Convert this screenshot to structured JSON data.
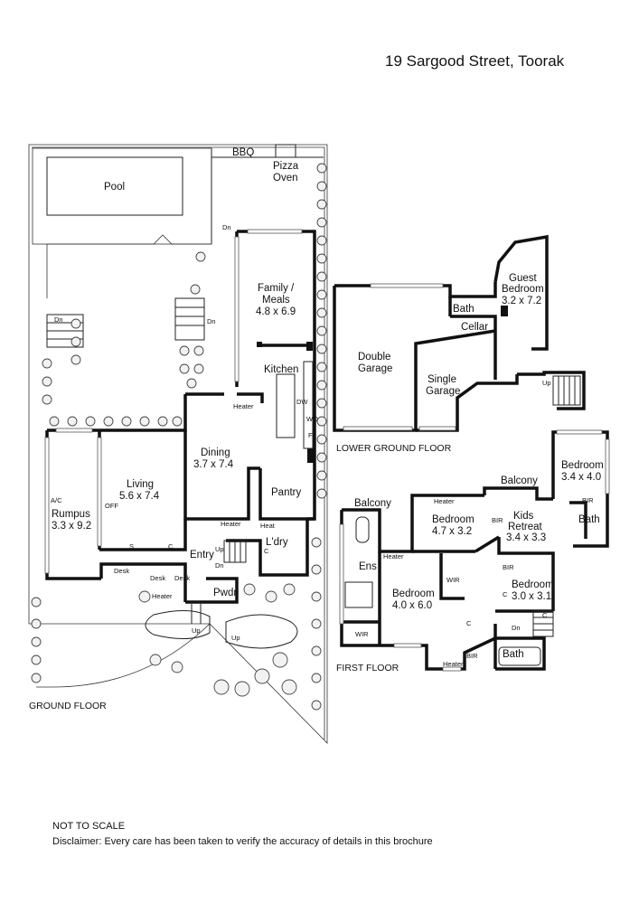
{
  "address": "19 Sargood Street, Toorak",
  "floors": {
    "ground": "GROUND FLOOR",
    "lower_ground": "LOWER GROUND FLOOR",
    "first": "FIRST FLOOR"
  },
  "rooms": {
    "bbq": "BBQ",
    "pizza_oven_1": "Pizza",
    "pizza_oven_2": "Oven",
    "pool": "Pool",
    "family_1": "Family /",
    "family_2": "Meals",
    "family_dim": "4.8 x 6.9",
    "kitchen": "Kitchen",
    "dining": "Dining",
    "dining_dim": "3.7 x 7.4",
    "living": "Living",
    "living_dim": "5.6 x 7.4",
    "rumpus": "Rumpus",
    "rumpus_dim": "3.3 x 9.2",
    "pantry": "Pantry",
    "laundry": "L'dry",
    "entry": "Entry",
    "powder": "Pwdr",
    "double_garage_1": "Double",
    "double_garage_2": "Garage",
    "single_garage_1": "Single",
    "single_garage_2": "Garage",
    "cellar": "Cellar",
    "guest_bath": "Bath",
    "guest_bedroom_1": "Guest",
    "guest_bedroom_2": "Bedroom",
    "guest_bedroom_dim": "3.2 x 7.2",
    "balcony_left": "Balcony",
    "balcony_right": "Balcony",
    "bedroom_1": "Bedroom",
    "bedroom_1_dim": "4.0 x 6.0",
    "ensuite": "Ens",
    "wir_1": "WIR",
    "wir_2": "WIR",
    "bedroom_2": "Bedroom",
    "bedroom_2_dim": "4.7 x 3.2",
    "kids_retreat_1": "Kids",
    "kids_retreat_2": "Retreat",
    "kids_retreat_dim": "3.4 x 3.3",
    "bedroom_3": "Bedroom",
    "bedroom_3_dim": "3.4 x 4.0",
    "bedroom_4": "Bedroom",
    "bedroom_4_dim": "3.0 x 3.1",
    "bath_upper": "Bath",
    "bath_main": "Bath"
  },
  "fixtures": {
    "dn": "Dn",
    "up": "Up",
    "heater": "Heater",
    "heat": "Heat",
    "desk": "Desk",
    "ac": "A/C",
    "dw": "DW",
    "wo": "WO",
    "f": "F",
    "c": "C",
    "s": "S",
    "off": "OFF",
    "bir": "BIR"
  },
  "notes": {
    "scale": "NOT TO SCALE",
    "disclaimer": "Disclaimer: Every care has been taken to verify the accuracy of details in this brochure"
  }
}
